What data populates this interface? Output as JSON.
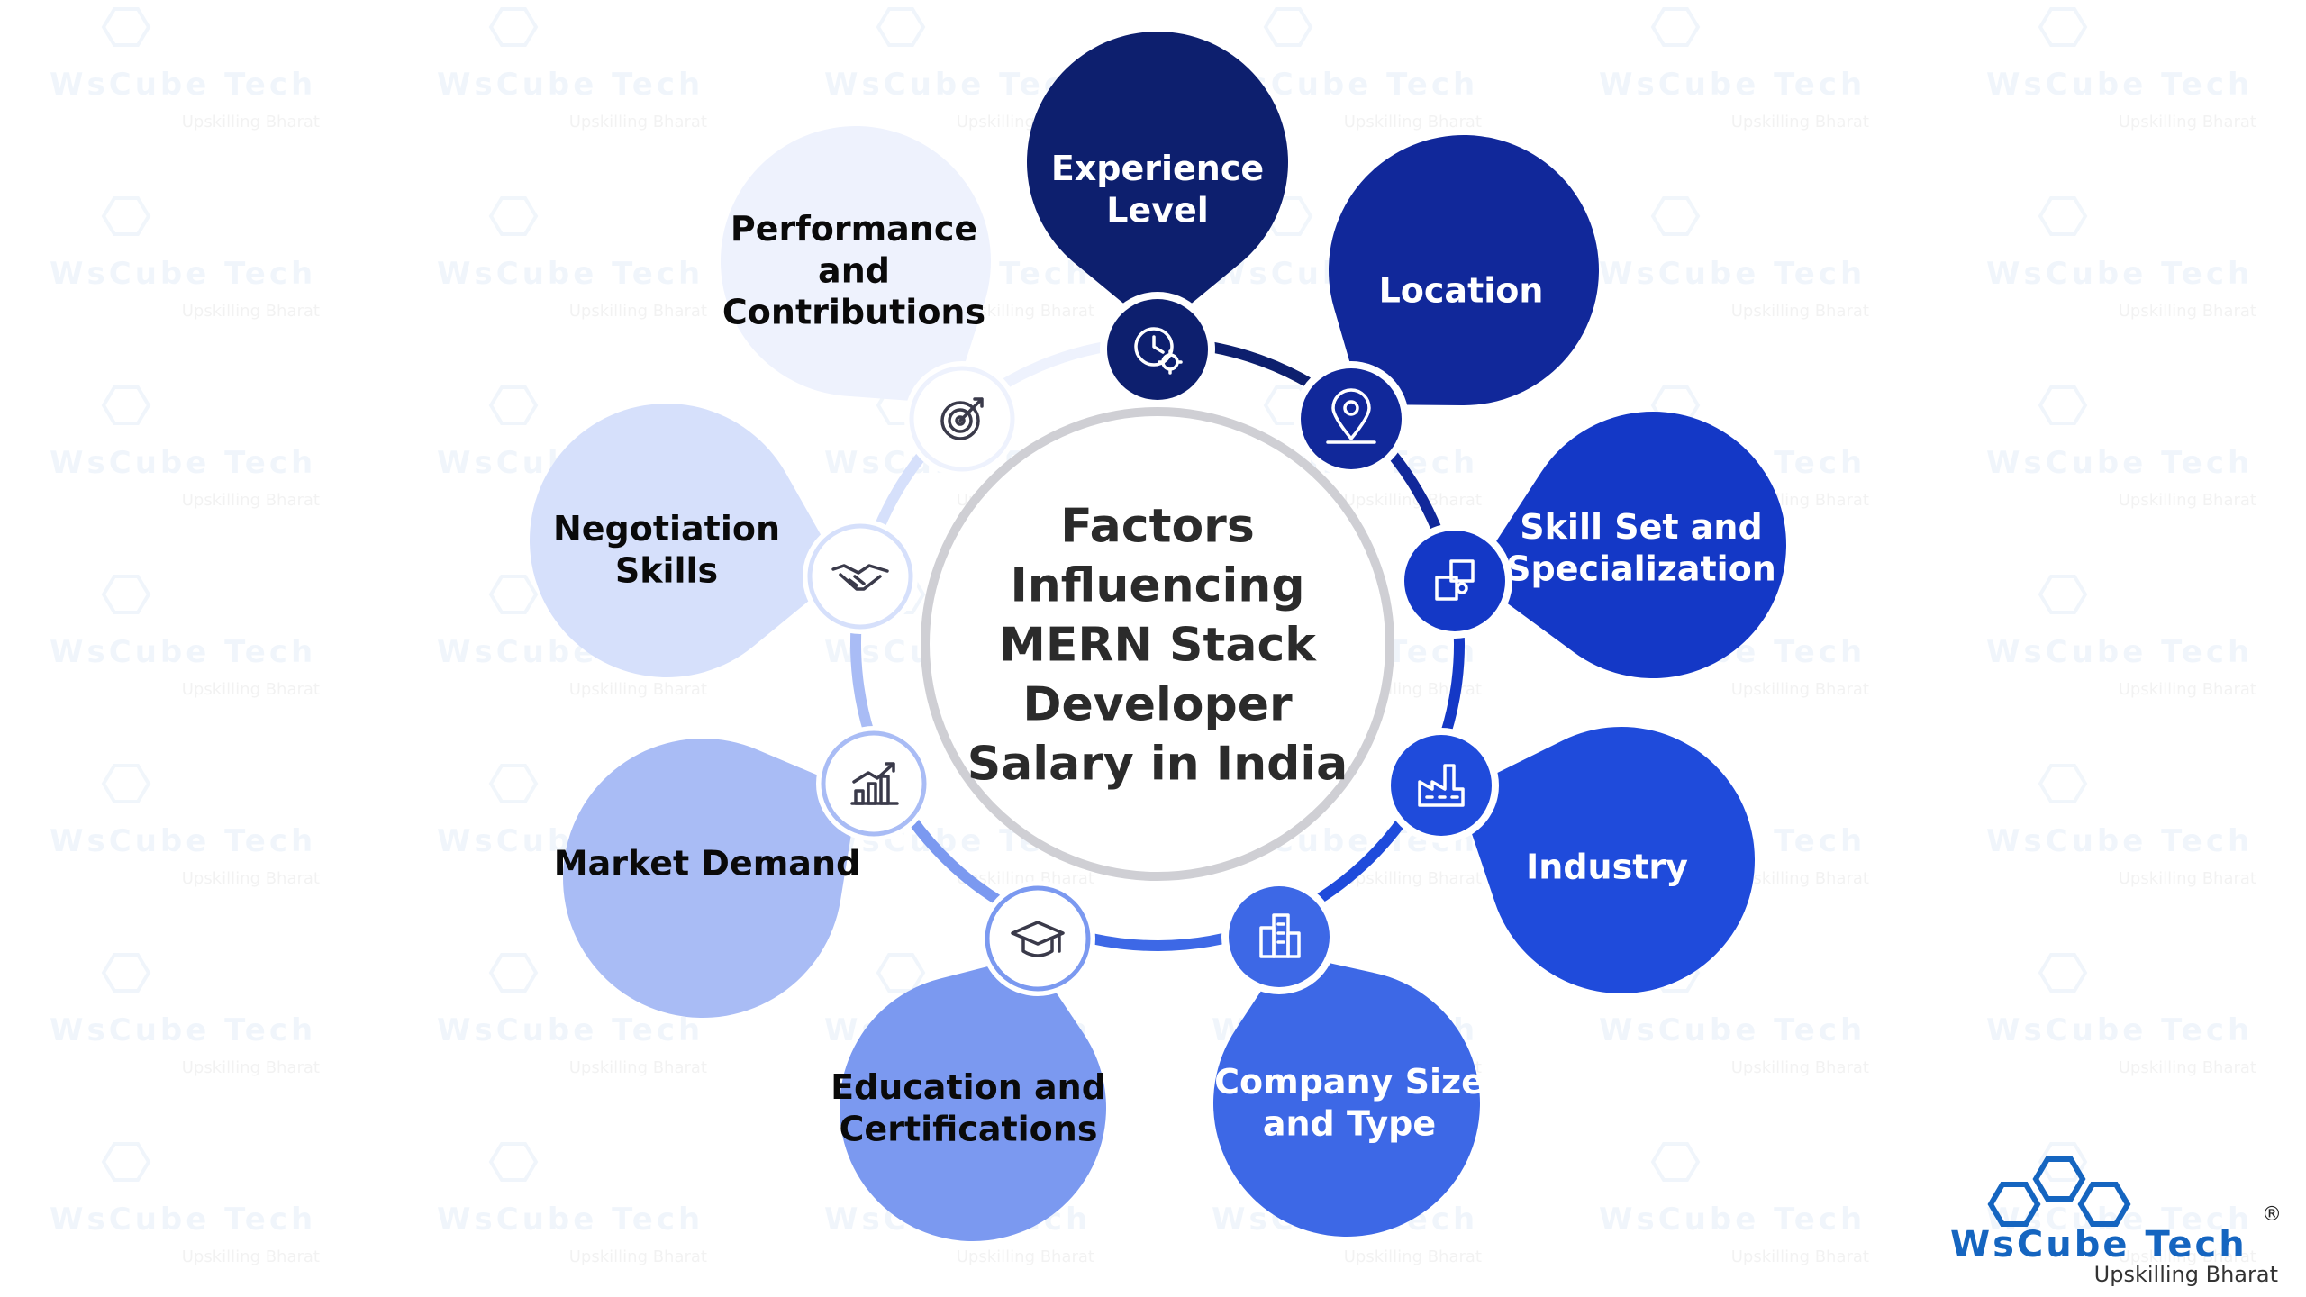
{
  "center": {
    "title_lines": [
      "Factors",
      "Influencing",
      "MERN Stack",
      "Developer",
      "Salary in India"
    ]
  },
  "factors": [
    {
      "lines": [
        "Experience",
        "Level"
      ],
      "icon": "clock-gear-icon",
      "fill": "#0d1f6e",
      "text_color": "#ffffff"
    },
    {
      "lines": [
        "Location"
      ],
      "icon": "location-pin-icon",
      "fill": "#11289a",
      "text_color": "#ffffff"
    },
    {
      "lines": [
        "Skill Set and",
        "Specialization"
      ],
      "icon": "puzzle-icon",
      "fill": "#1438c6",
      "text_color": "#ffffff"
    },
    {
      "lines": [
        "Industry"
      ],
      "icon": "factory-icon",
      "fill": "#1f4bdb",
      "text_color": "#ffffff"
    },
    {
      "lines": [
        "Company Size",
        "and Type"
      ],
      "icon": "building-icon",
      "fill": "#3d68e6",
      "text_color": "#ffffff"
    },
    {
      "lines": [
        "Education and",
        "Certifications"
      ],
      "icon": "graduation-cap-icon",
      "fill": "#7b99f0",
      "text_color": "#0a0a0a"
    },
    {
      "lines": [
        "Market Demand"
      ],
      "icon": "growth-chart-icon",
      "fill": "#a9bcf5",
      "text_color": "#0a0a0a"
    },
    {
      "lines": [
        "Negotiation",
        "Skills"
      ],
      "icon": "handshake-icon",
      "fill": "#d6e0fb",
      "text_color": "#0a0a0a"
    },
    {
      "lines": [
        "Performance",
        "and",
        "Contributions"
      ],
      "icon": "target-icon",
      "fill": "#eef2fd",
      "text_color": "#0a0a0a"
    }
  ],
  "watermark": {
    "brand": "WsCube Tech",
    "tagline": "Upskilling Bharat"
  },
  "logo": {
    "brand": "WsCube Tech",
    "tagline": "Upskilling Bharat",
    "mark": "®",
    "color": "#1565c0"
  }
}
